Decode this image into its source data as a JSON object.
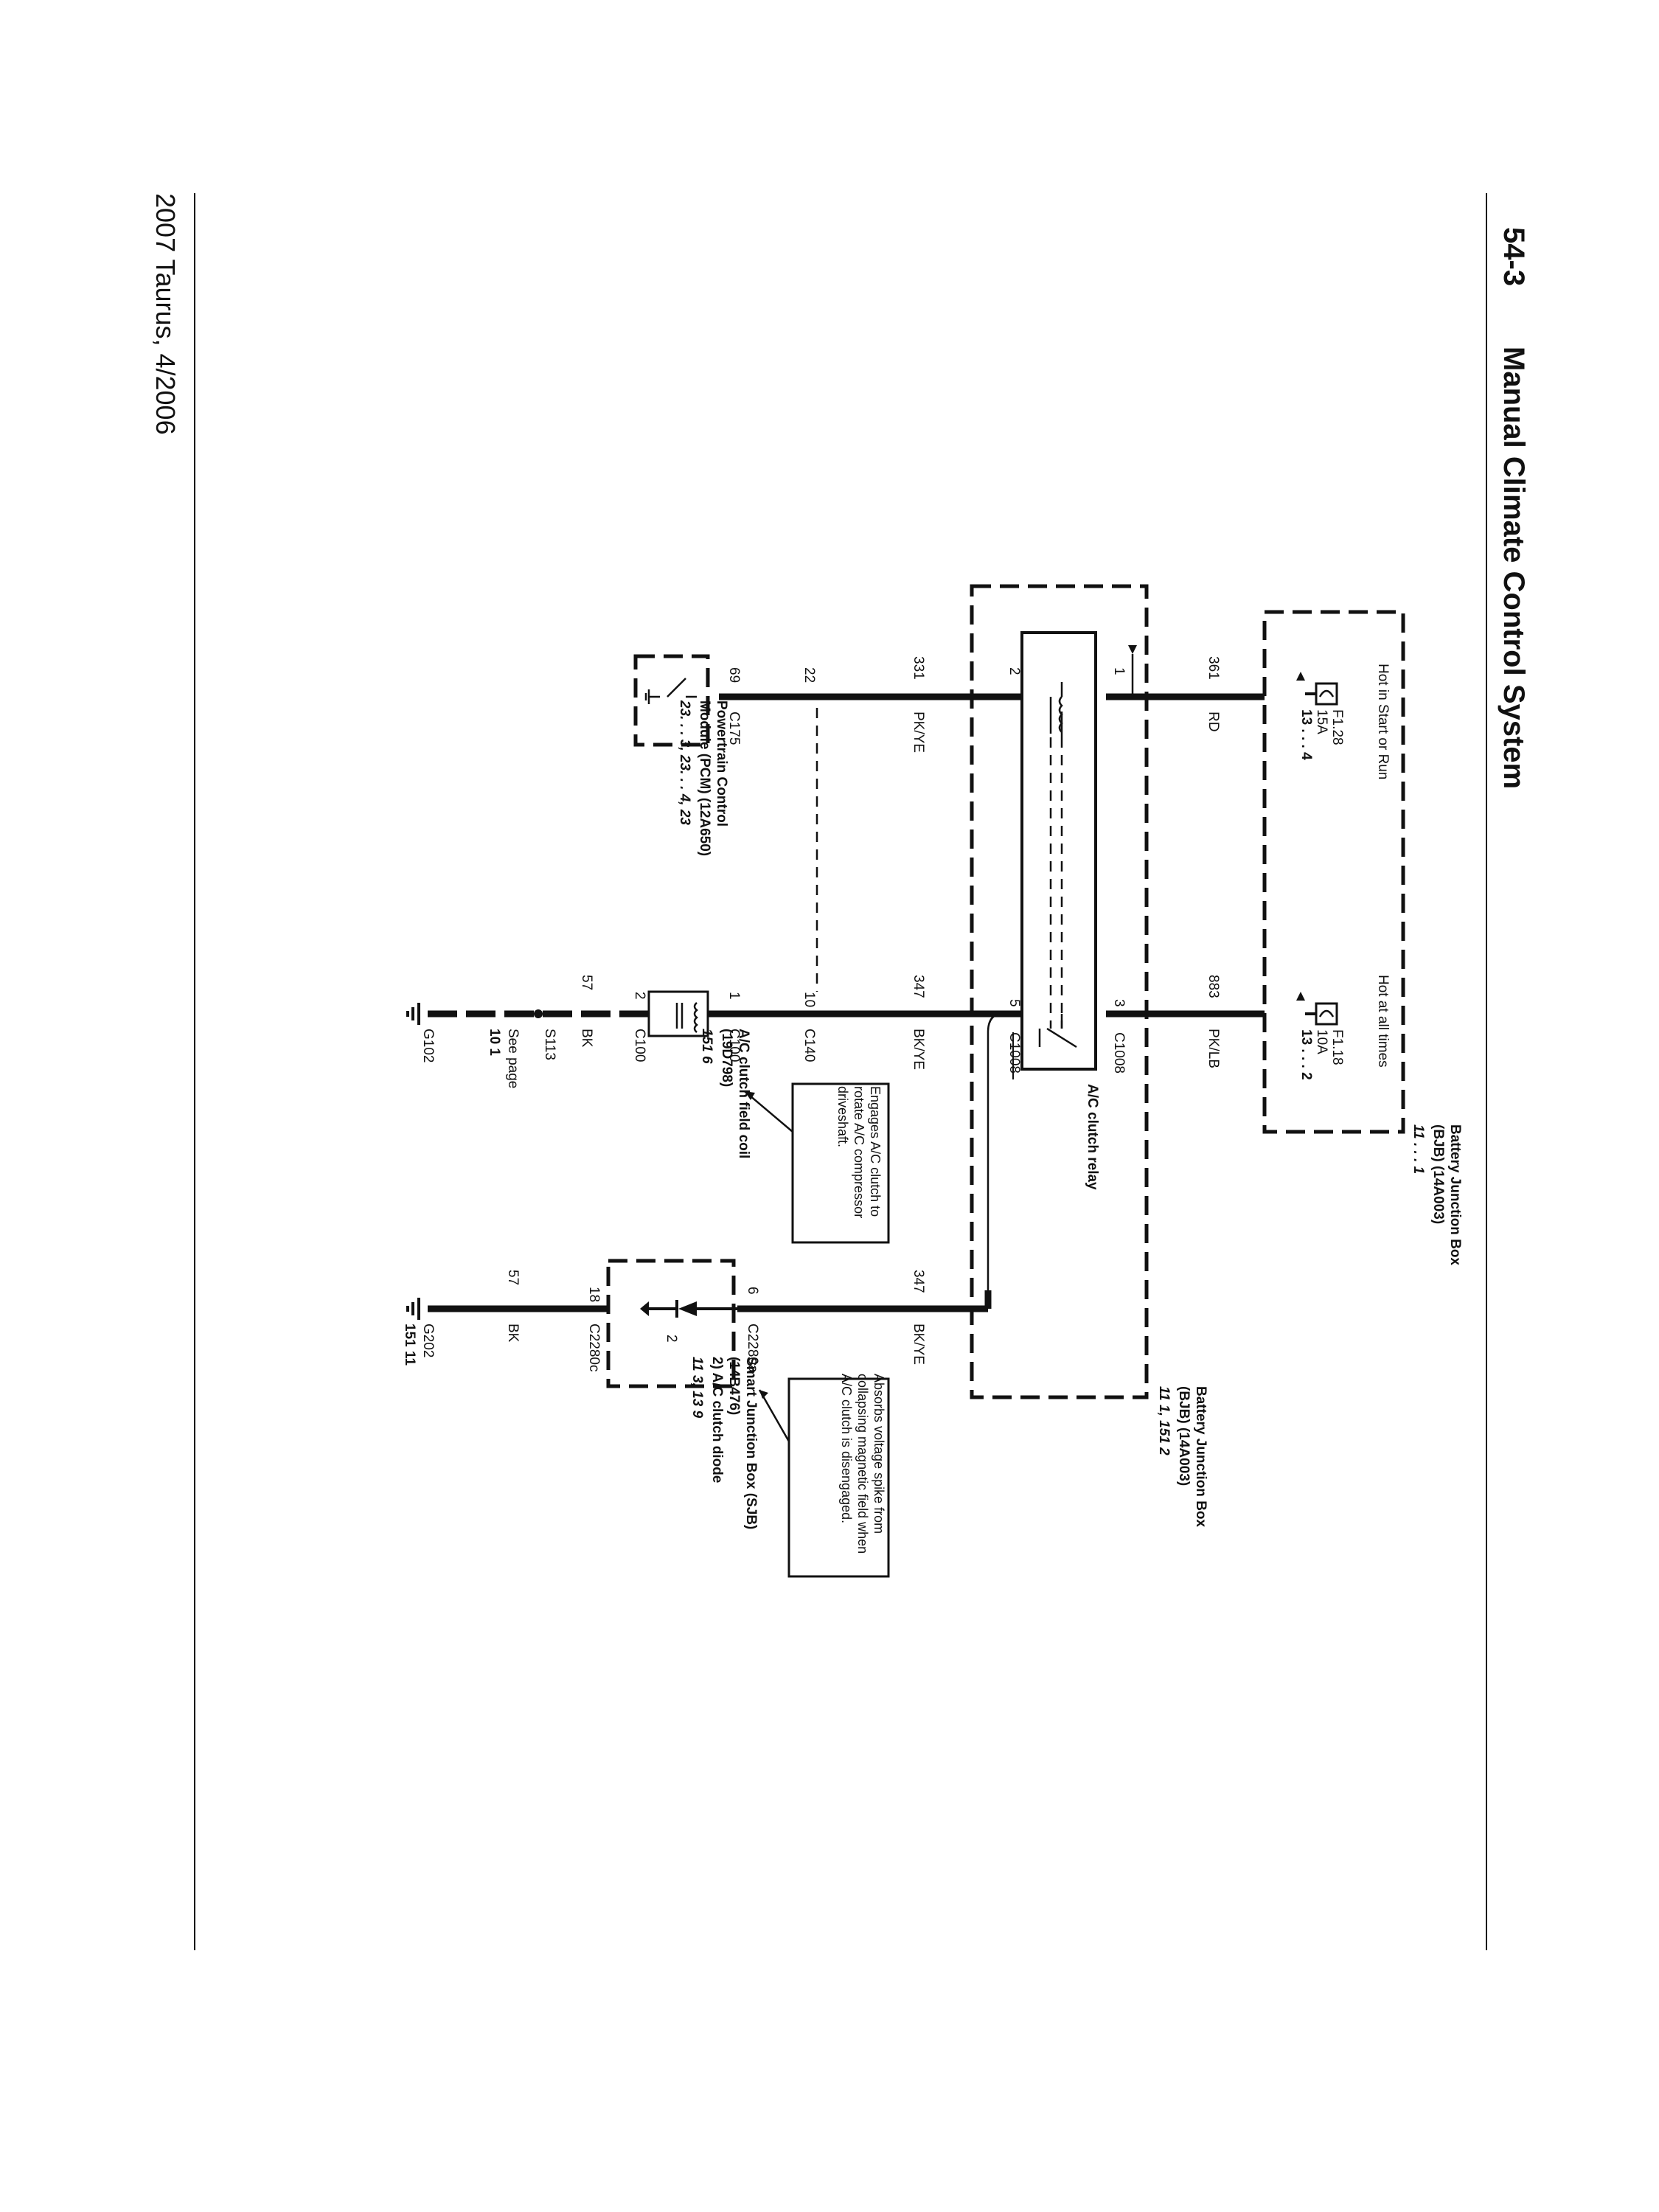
{
  "header": {
    "page_number": "54-3",
    "title": "Manual Climate Control System"
  },
  "footer": {
    "model_date": "2007 Taurus, 4/2006"
  },
  "bjb_top": {
    "fuse_a": {
      "label": "Hot in Start or Run",
      "name": "F1.28",
      "rating": "15A",
      "ref": "13 . . . 4"
    },
    "fuse_b": {
      "label": "Hot at all times",
      "name": "F1.18",
      "rating": "10A",
      "ref": "13 . . . 2"
    },
    "box_label": "Battery Junction Box (BJB) (14A003)",
    "box_ref": "11 . . . 1"
  },
  "wires": [
    {
      "circuit": "361",
      "color": "RD"
    },
    {
      "circuit": "883",
      "color": "PK/LB"
    },
    {
      "circuit": "331",
      "color": "PK/YE"
    },
    {
      "circuit": "347",
      "color": "BK/YE"
    },
    {
      "circuit": "347",
      "color": "BK/YE"
    },
    {
      "circuit": "57",
      "color": "BK"
    },
    {
      "circuit": "57",
      "color": "BK"
    }
  ],
  "relay": {
    "name": "A/C clutch relay",
    "pins": [
      "1",
      "2",
      "3",
      "5"
    ],
    "connector": "C1008",
    "bjb_label": "Battery Junction Box (BJB) (14A003)",
    "bjb_ref": "11    1, 151    2"
  },
  "pcm": {
    "label": "Powertrain Control Module (PCM) (12A650)",
    "ref": "23. . . 3, 23. . . 4, 23",
    "pins": [
      "69",
      "22"
    ],
    "connector": "C175"
  },
  "clutch": {
    "label": "A/C clutch field coil (19D798)",
    "ref": "151    6",
    "pins": [
      "1",
      "2"
    ],
    "connector": "C100",
    "note": "Engages A/C clutch to rotate A/C compressor driveshaft."
  },
  "c140": {
    "pins": [
      "10"
    ],
    "connector": "C140"
  },
  "splice": {
    "name": "S113",
    "see_page": "See page",
    "see_ref": "10    1",
    "ground": "G102"
  },
  "sjb": {
    "label": "Smart Junction Box (SJB) (14B476)",
    "pins": [
      "6",
      "18"
    ],
    "connector_a": "C2280a",
    "connector_c": "C2280c",
    "diode_index": "2",
    "diode_label": "2)   A/C clutch diode",
    "ref": "11    3, 13    9",
    "note": "Absorbs voltage spike from collapsing magnetic field when A/C clutch is disengaged.",
    "ground": "G202",
    "ground_ref": "151    11"
  }
}
